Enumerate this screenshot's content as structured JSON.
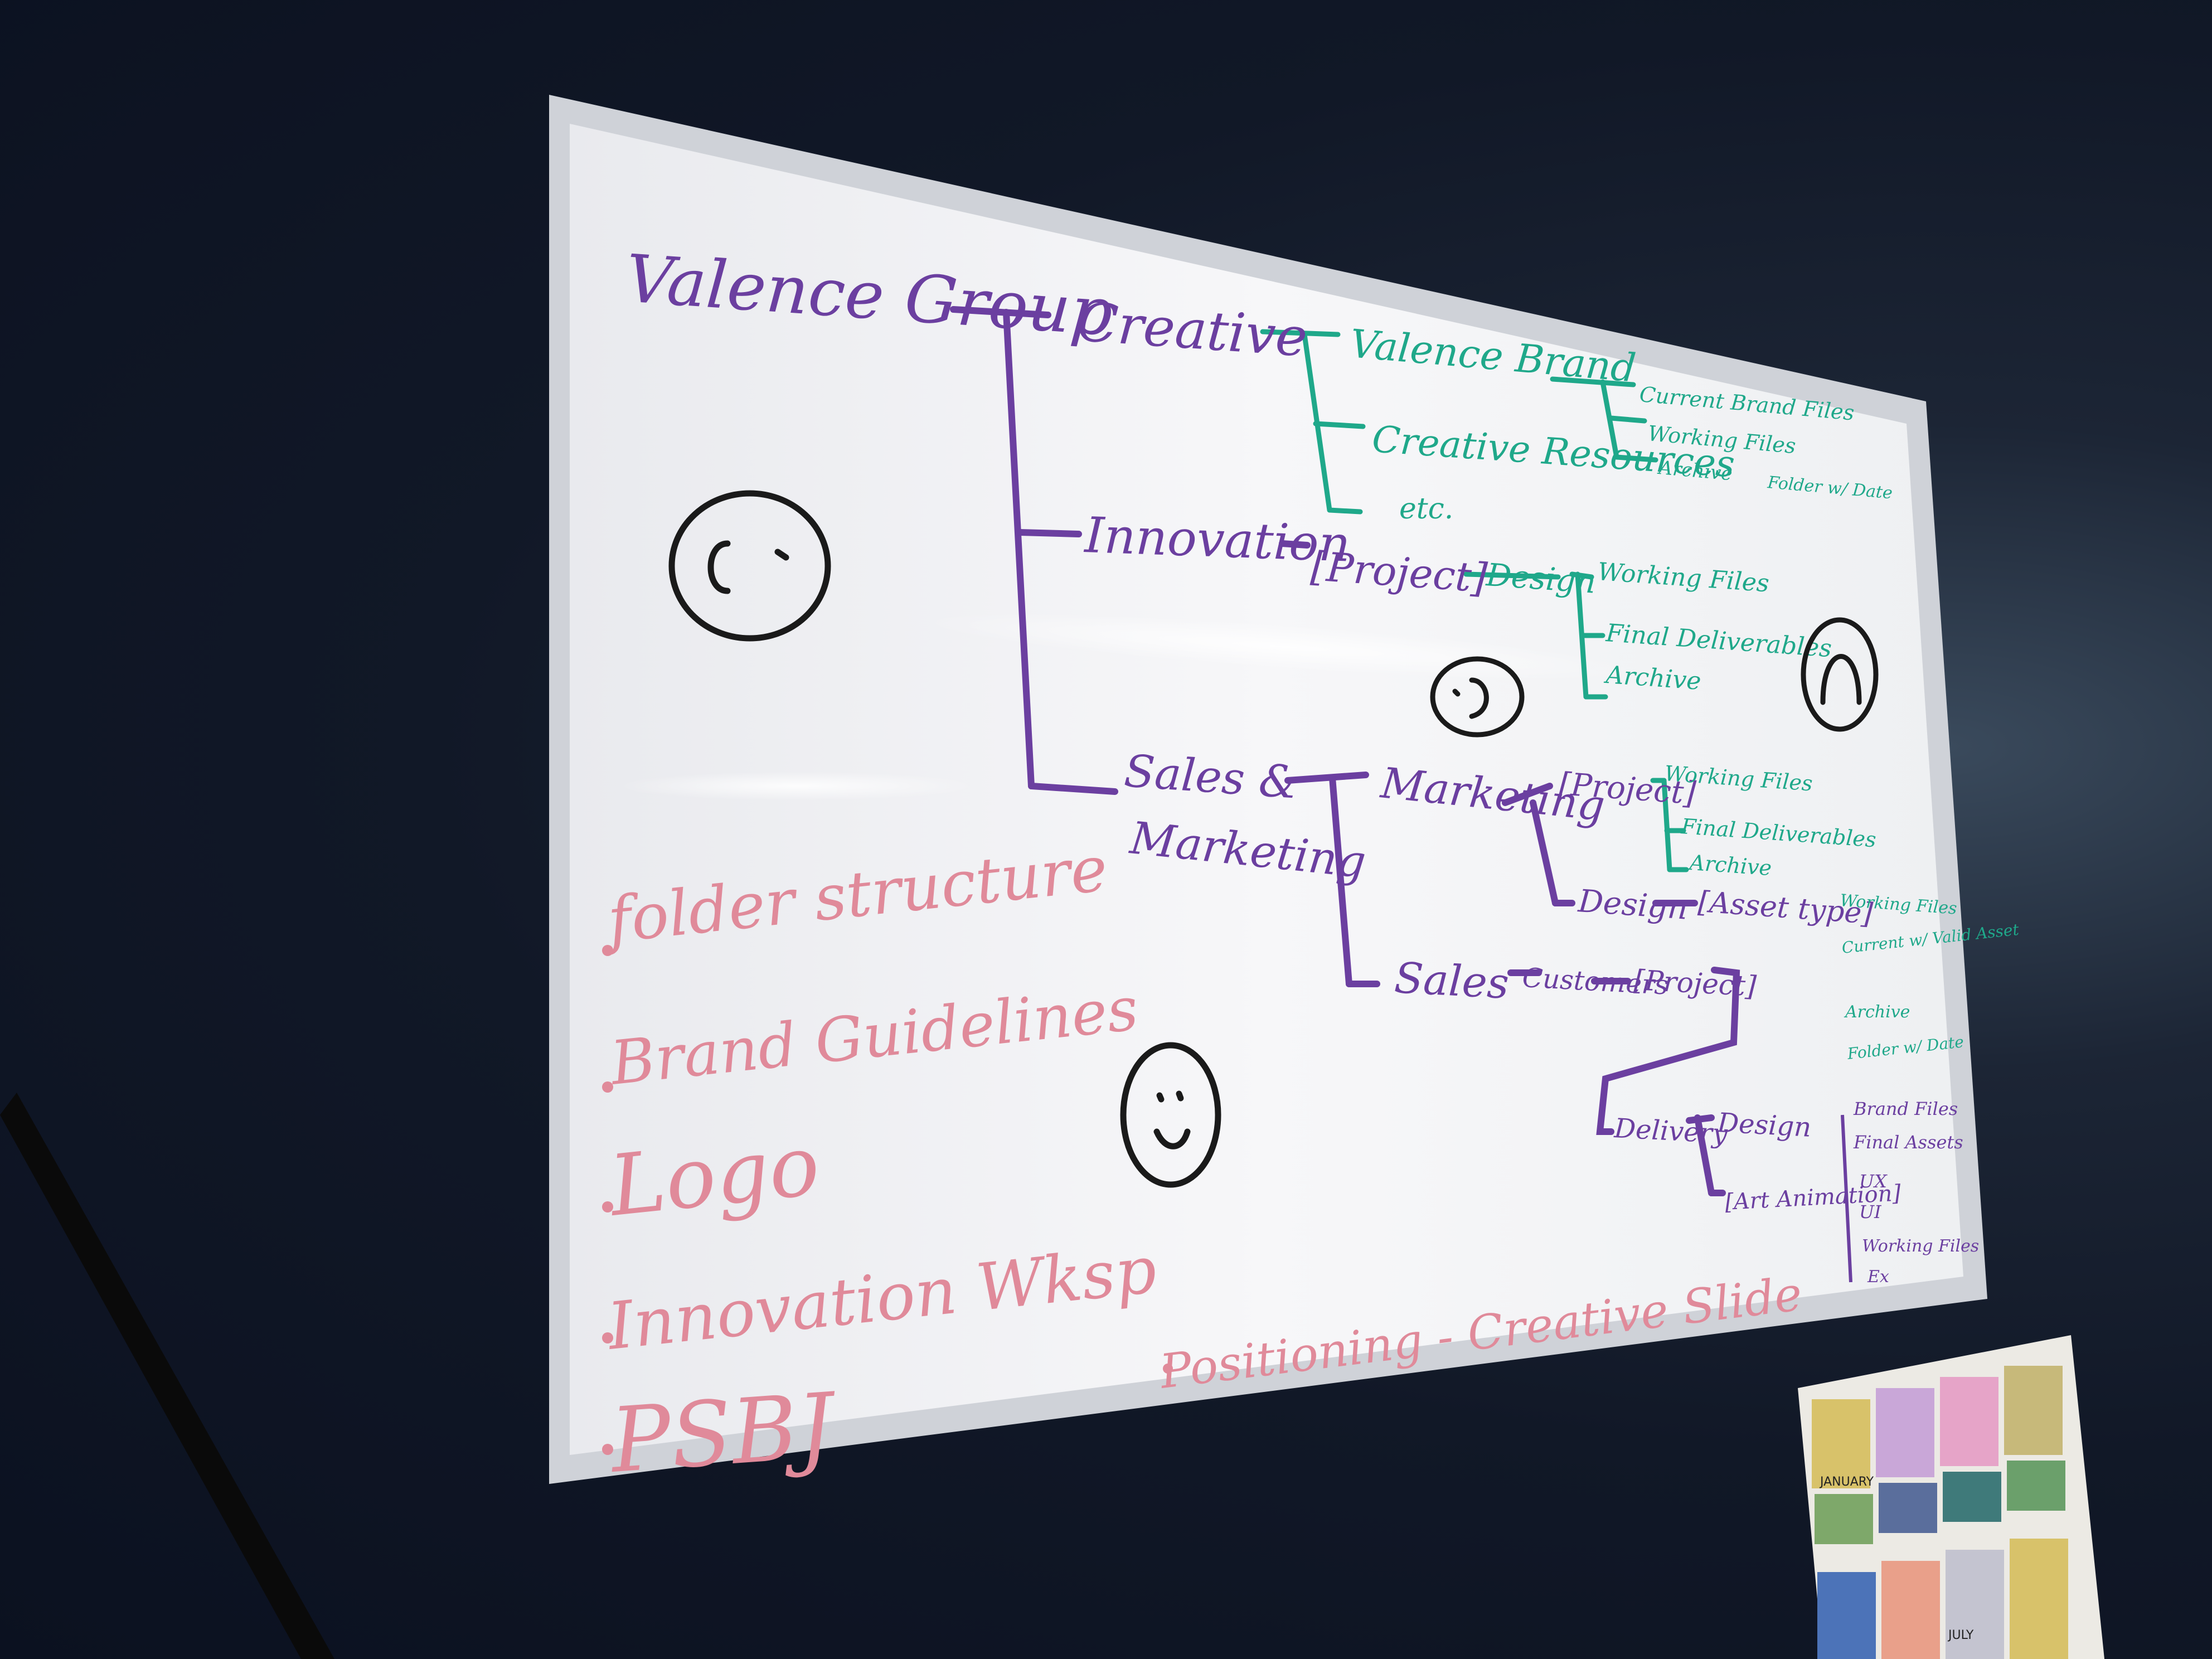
{
  "whiteboard": {
    "root": "Valence Group",
    "creative": {
      "label": "Creative",
      "children": [
        "Valence Brand",
        "Creative Resources",
        "etc."
      ],
      "valence_brand_children": [
        "Current Brand Files",
        "Working Files",
        "Archive"
      ],
      "archive_child": "Folder w/ Date"
    },
    "innovation": {
      "label": "Innovation",
      "project": "[Project]",
      "design": "Design",
      "design_children": [
        "Working Files",
        "Final Deliverables",
        "Archive"
      ]
    },
    "sales_marketing": {
      "label_line1": "Sales &",
      "label_line2": "Marketing",
      "marketing": "Marketing",
      "marketing_project": "[Project]",
      "marketing_project_children": [
        "Working Files",
        "Final Deliverables",
        "Archive"
      ],
      "marketing_design": "Design",
      "asset_type": "[Asset type]",
      "asset_type_children": [
        "Working Files",
        "Current w/ Valid Asset",
        "Archive",
        "Folder w/ Date"
      ],
      "sales": "Sales",
      "customers": "Customers",
      "sales_project": "[Project]",
      "delivery": "Delivery",
      "delivery_design": "Design",
      "art_animation": "[Art Animation]",
      "design_children": [
        "Brand Files",
        "Final Assets",
        "UX",
        "UI",
        "Working Files",
        "Ex"
      ]
    },
    "todo": [
      "folder structure",
      "Brand Guidelines",
      "Logo",
      "Innovation Wksp",
      "PSBJ"
    ],
    "bottom_note": "Positioning - Creative Slide"
  },
  "calendar": {
    "months": [
      "JANUARY",
      "JULY"
    ]
  },
  "colors": {
    "wall": "#111827",
    "board": "#f4f4f6",
    "frame": "#d9dbe0",
    "purple_marker": "#6b3fa0",
    "teal_marker": "#1fa88a",
    "pink_marker": "#e08a9a",
    "black_marker": "#1a1a1a"
  }
}
